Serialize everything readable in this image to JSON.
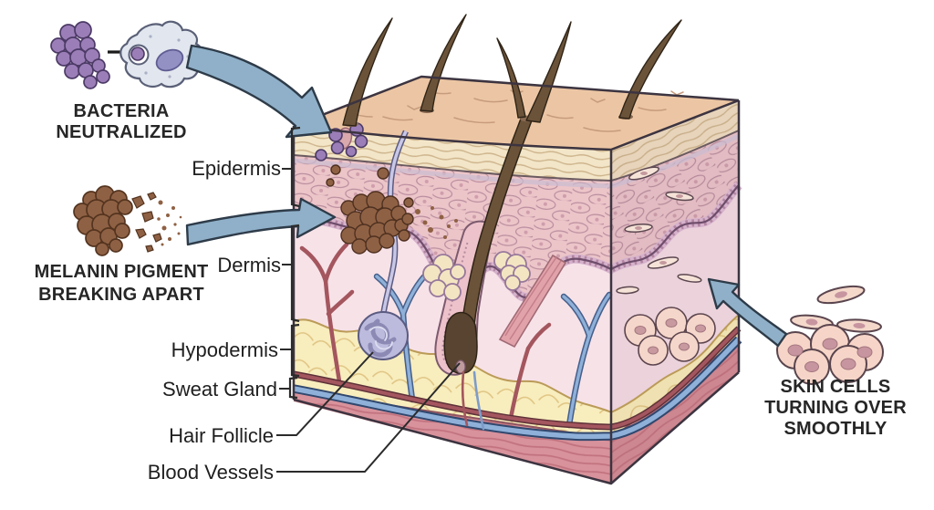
{
  "diagram_title": "skin-cross-section",
  "callouts": {
    "bacteria": {
      "lines": [
        "BACTERIA",
        "NEUTRALIZED"
      ]
    },
    "melanin": {
      "lines": [
        "MELANIN PIGMENT",
        "BREAKING APART"
      ]
    },
    "skin_cells": {
      "lines": [
        "SKIN CELLS",
        "TURNING OVER",
        "SMOOTHLY"
      ]
    }
  },
  "labels": {
    "epidermis": "Epidermis",
    "dermis": "Dermis",
    "hypodermis": "Hypodermis",
    "sweat_gland": "Sweat Gland",
    "hair_follicle": "Hair Follicle",
    "blood_vessels": "Blood Vessels"
  },
  "colors": {
    "arrow_fill": "#8fb0c8",
    "arrow_outline": "#2e3b49",
    "skin_surface": "#ecc6a4",
    "stratum_corneum": "#f3e6c8",
    "epidermis_band": "#ecc5c9",
    "dermis_band": "#f7e2e8",
    "hypodermis_fat": "#f8edbd",
    "muscle_band": "#d8929b",
    "vessel_red": "#a4565e",
    "vessel_blue": "#8fb0d8",
    "hair_brown": "#6b5339",
    "melanin_brown": "#8f6144",
    "bacteria_purple": "#9b7eb7",
    "sweat_gland_lavender": "#bdbbdd"
  }
}
